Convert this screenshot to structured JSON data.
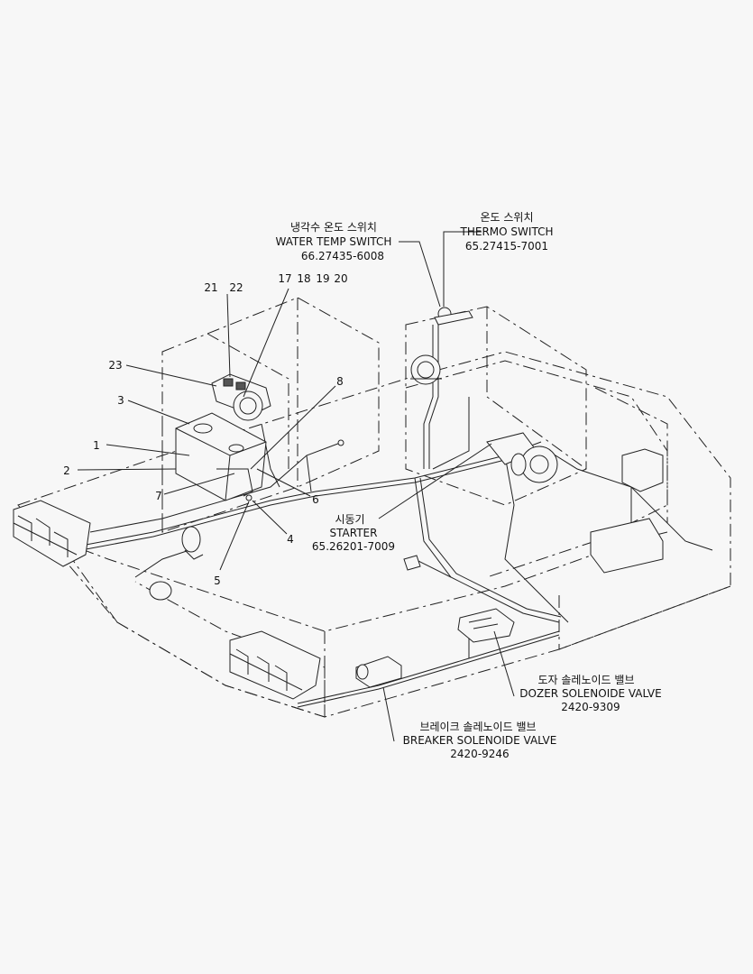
{
  "callouts": {
    "water_temp_switch": {
      "korean": "냉각수 온도 스위치",
      "english": "WATER TEMP SWITCH",
      "part_no": "66.27435-6008"
    },
    "thermo_switch": {
      "korean": "온도 스위치",
      "english": "THERMO SWITCH",
      "part_no": "65.27415-7001"
    },
    "starter": {
      "korean": "시동기",
      "english": "STARTER",
      "part_no": "65.26201-7009"
    },
    "dozer_solenoid_valve": {
      "korean": "도자 솔레노이드 밸브",
      "english": "DOZER SOLENOIDE VALVE",
      "part_no": "2420-9309"
    },
    "breaker_solenoid_valve": {
      "korean": "브레이크 솔레노이드 밸브",
      "english": "BREAKER SOLENOIDE VALVE",
      "part_no": "2420-9246"
    }
  },
  "item_numbers": {
    "n1": "1",
    "n2": "2",
    "n3": "3",
    "n4": "4",
    "n5": "5",
    "n6": "6",
    "n7": "7",
    "n8": "8",
    "n17": "17",
    "n18": "18",
    "n19": "19",
    "n20": "20",
    "n21": "21",
    "n22": "22",
    "n23": "23"
  }
}
